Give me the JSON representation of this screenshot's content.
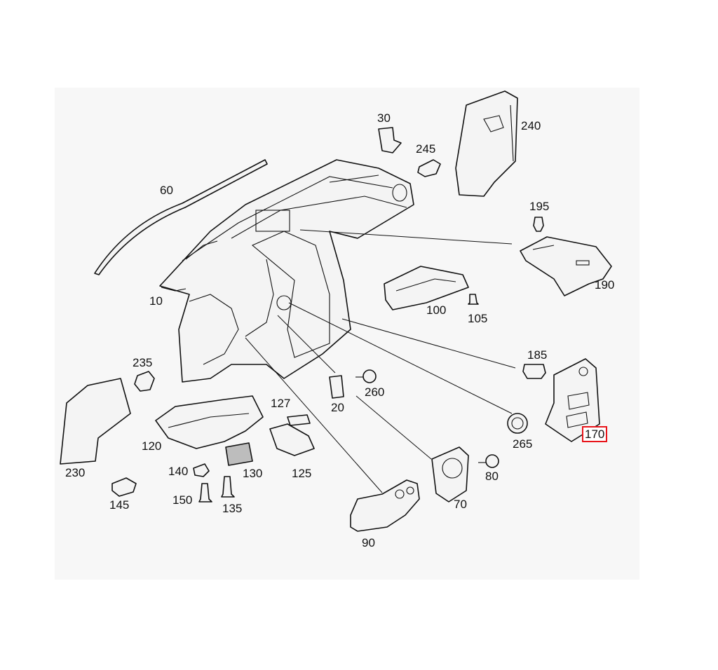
{
  "parts": [
    {
      "id": "p30",
      "label": "30"
    },
    {
      "id": "p245",
      "label": "245"
    },
    {
      "id": "p240",
      "label": "240"
    },
    {
      "id": "p60",
      "label": "60"
    },
    {
      "id": "p195",
      "label": "195"
    },
    {
      "id": "p190",
      "label": "190"
    },
    {
      "id": "p10",
      "label": "10"
    },
    {
      "id": "p100",
      "label": "100"
    },
    {
      "id": "p105",
      "label": "105"
    },
    {
      "id": "p185",
      "label": "185"
    },
    {
      "id": "p235",
      "label": "235"
    },
    {
      "id": "p260",
      "label": "260"
    },
    {
      "id": "p20",
      "label": "20"
    },
    {
      "id": "p127",
      "label": "127"
    },
    {
      "id": "p265",
      "label": "265"
    },
    {
      "id": "p170",
      "label": "170",
      "highlighted": true
    },
    {
      "id": "p120",
      "label": "120"
    },
    {
      "id": "p230",
      "label": "230"
    },
    {
      "id": "p140",
      "label": "140"
    },
    {
      "id": "p130",
      "label": "130"
    },
    {
      "id": "p125",
      "label": "125"
    },
    {
      "id": "p80",
      "label": "80"
    },
    {
      "id": "p145",
      "label": "145"
    },
    {
      "id": "p150",
      "label": "150"
    },
    {
      "id": "p135",
      "label": "135"
    },
    {
      "id": "p70",
      "label": "70"
    },
    {
      "id": "p90",
      "label": "90"
    }
  ],
  "colors": {
    "highlight": "#e8141a",
    "line": "#111111",
    "panel": "#f7f7f7"
  }
}
